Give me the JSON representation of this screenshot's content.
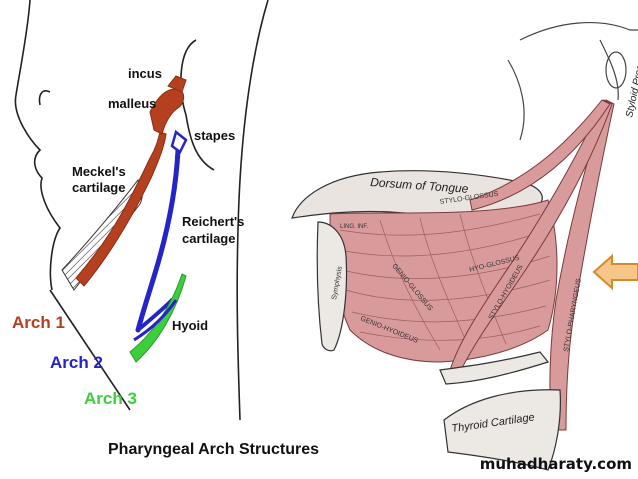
{
  "left_panel": {
    "labels": {
      "incus": "incus",
      "malleus": "malleus",
      "stapes": "stapes",
      "meckels": [
        "Meckel's",
        "cartilage"
      ],
      "reicherts": [
        "Reichert's",
        "cartilage"
      ],
      "hyoid": "Hyoid",
      "arch1": "Arch 1",
      "arch2": "Arch 2",
      "arch3": "Arch 3",
      "caption": "Pharyngeal Arch Structures"
    },
    "colors": {
      "arch1": "#b5401f",
      "arch2": "#2424c8",
      "arch3": "#3ccf3c"
    }
  },
  "right_panel": {
    "labels": {
      "dorsum": "Dorsum of Tongue",
      "styloid": "Styloid Process.",
      "thyroid": "Thyroid Cartilage",
      "stylo_glossus": "STYLO-GLOSSUS",
      "hyo_glossus": "HYO-GLOSSUS",
      "genio_glossus": "GENIO-GLOSSUS",
      "genio_hyoideus": "GENIO-HYOIDEUS",
      "stylo_hyoideus": "STYLO-HYOIDEUS",
      "stylo_pharyngeus": "STYLO-PHARYNGEUS",
      "ling_inf": "LING. INF.",
      "symphysis": "Symphysis"
    },
    "colors": {
      "muscle": "#d89a9a",
      "arrow_fill": "#f6c58a",
      "arrow_stroke": "#d58a2a"
    }
  },
  "watermark": "muhadharaty.com"
}
